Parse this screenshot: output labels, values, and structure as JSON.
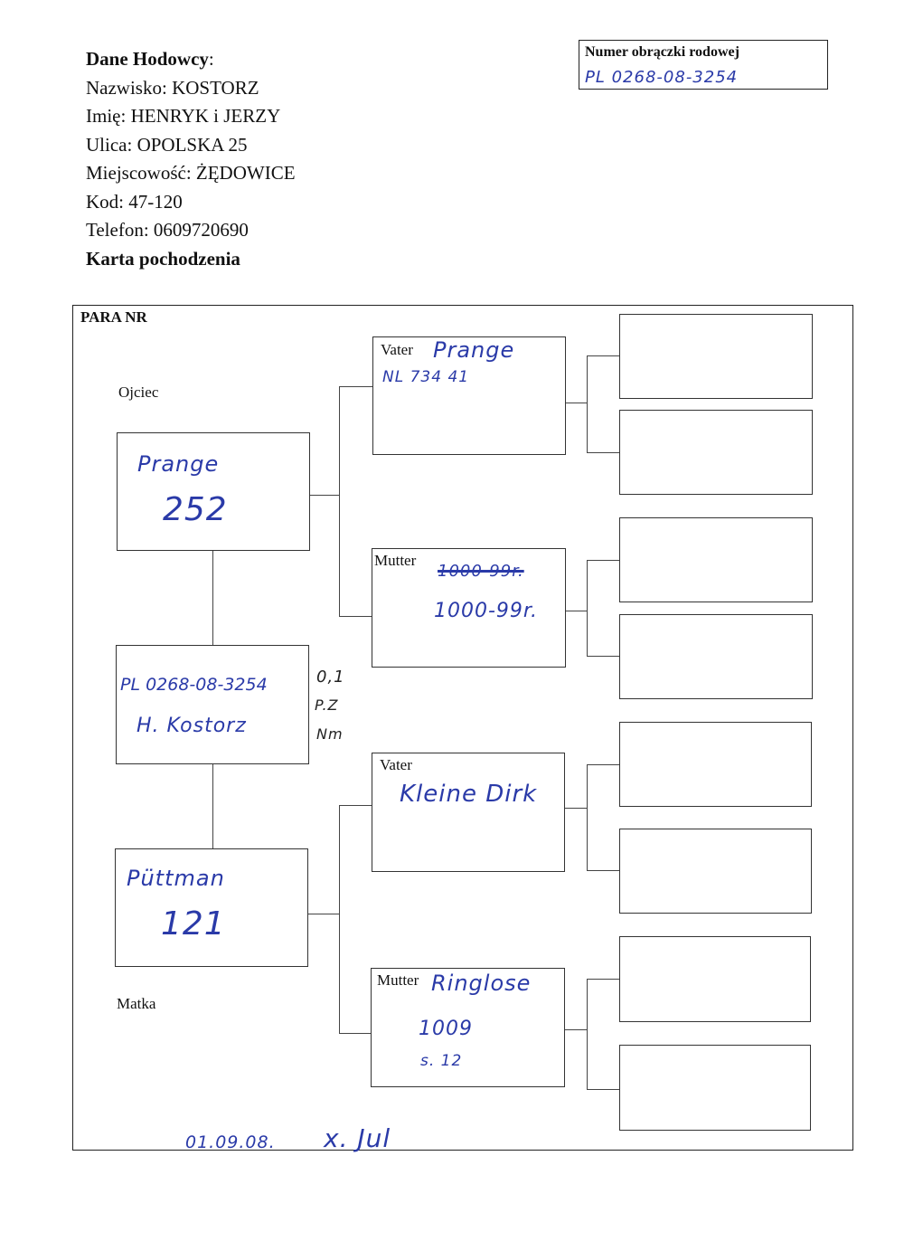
{
  "breeder": {
    "heading": "Dane Hodowcy",
    "heading_colon": ":",
    "surname_label": "Nazwisko: ",
    "surname": "KOSTORZ",
    "name_label": "Imię: ",
    "name": "HENRYK i JERZY",
    "street_label": "Ulica: ",
    "street": "OPOLSKA 25",
    "city_label": "Miejscowość: ",
    "city": "ŻĘDOWICE",
    "zip_label": "Kod: ",
    "zip": "47-120",
    "phone_label": "Telefon: ",
    "phone": "0609720690",
    "card_title": "Karta pochodzenia"
  },
  "ring": {
    "label": "Numer obrączki rodowej",
    "value": "PL 0268-08-3254"
  },
  "pedigree": {
    "pair_label": "PARA NR",
    "father_label": "Ojciec",
    "mother_label": "Matka",
    "subject": {
      "ring": "PL 0268-08-3254",
      "owner": "H. Kostorz",
      "side_lines": [
        "0,1",
        "P.Z",
        "Nm"
      ]
    },
    "father": {
      "name": "Prange",
      "number": "252"
    },
    "mother": {
      "name": "Püttman",
      "number": "121"
    },
    "paternal_sire": {
      "label": "Vater",
      "name": "Prange",
      "ring": "NL 734 41"
    },
    "paternal_dam": {
      "label": "Mutter",
      "struck": "1000-99r.",
      "value": "1000-99r."
    },
    "maternal_sire": {
      "label": "Vater",
      "name": "Kleine Dirk"
    },
    "maternal_dam": {
      "label": "Mutter",
      "name": "Ringlose",
      "number": "1009",
      "line3": "s. 12"
    },
    "footer_date": "01.09.08.",
    "signature": "x. Jul"
  }
}
